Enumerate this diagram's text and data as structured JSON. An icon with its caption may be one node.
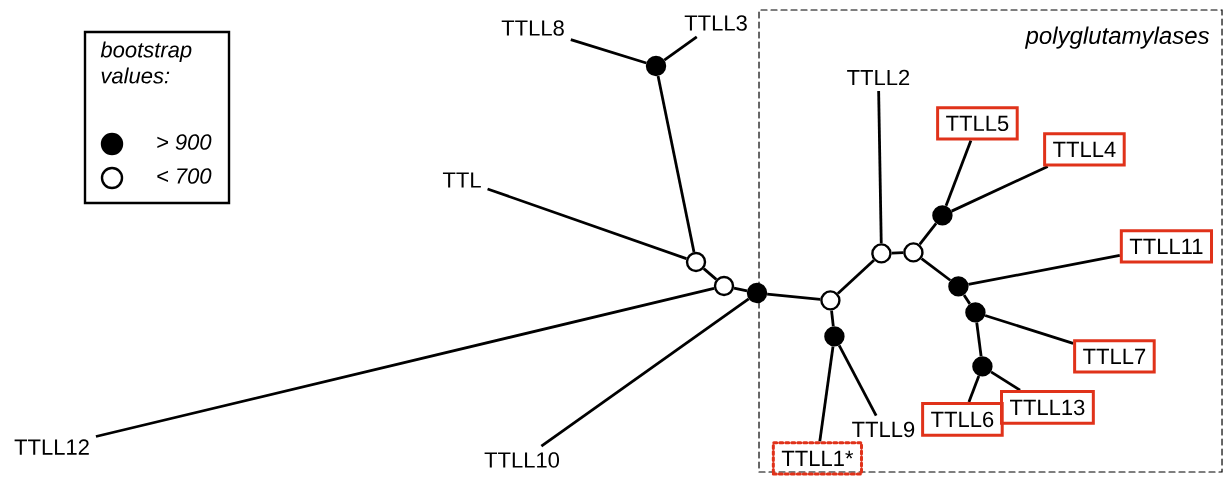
{
  "diagram": {
    "nodes": [
      {
        "text": [
          "polyglutamylases"
        ]
      },
      {
        "text": [
          "TTLL8"
        ]
      },
      {
        "text": [
          "TTLL3"
        ]
      },
      {
        "text": [],
        "shape": "dot"
      },
      {
        "text": [
          "TTL"
        ]
      },
      {
        "text": [],
        "shape": "circle"
      },
      {
        "text": [],
        "shape": "circle"
      },
      {
        "text": [],
        "shape": "dot"
      },
      {
        "text": [
          "TTLL12"
        ]
      },
      {
        "text": [
          "TTLL10"
        ]
      },
      {
        "text": [
          "TTLL2"
        ],
        "in": 0
      },
      {
        "text": [
          "TTLL5"
        ],
        "in": 0
      },
      {
        "text": [
          "TTLL4"
        ],
        "in": 0
      },
      {
        "text": [],
        "shape": "circle",
        "in": 0
      },
      {
        "text": [],
        "shape": "circle",
        "in": 0
      },
      {
        "text": [],
        "shape": "circle",
        "in": 0
      },
      {
        "text": [],
        "shape": "dot",
        "in": 0
      },
      {
        "text": [
          "TTLL11"
        ],
        "in": 0
      },
      {
        "text": [],
        "shape": "dot",
        "in": 0
      },
      {
        "text": [],
        "shape": "dot",
        "in": 0
      },
      {
        "text": [
          "TTLL7"
        ],
        "in": 0
      },
      {
        "text": [],
        "shape": "dot",
        "in": 0
      },
      {
        "text": [
          "TTLL13"
        ],
        "in": 0
      },
      {
        "text": [
          "TTLL6"
        ],
        "in": 0
      },
      {
        "text": [],
        "shape": "dot",
        "in": 0
      },
      {
        "text": [
          "TTLL9"
        ],
        "in": 0
      },
      {
        "text": [
          "TTLL1*"
        ],
        "in": 0
      }
    ],
    "edges": [
      {
        "from": 3,
        "to": 1,
        "arrow": "none"
      },
      {
        "from": 3,
        "to": 2,
        "arrow": "none"
      },
      {
        "from": 3,
        "to": 5,
        "arrow": "none"
      },
      {
        "from": 5,
        "to": 4,
        "arrow": "none"
      },
      {
        "from": 5,
        "to": 6,
        "arrow": "none"
      },
      {
        "from": 6,
        "to": 8,
        "arrow": "none"
      },
      {
        "from": 6,
        "to": 7,
        "arrow": "none"
      },
      {
        "from": 7,
        "to": 9,
        "arrow": "none"
      },
      {
        "from": 7,
        "to": 13,
        "arrow": "none"
      },
      {
        "from": 13,
        "to": 24,
        "arrow": "none"
      },
      {
        "from": 24,
        "to": 26,
        "arrow": "none"
      },
      {
        "from": 24,
        "to": 25,
        "arrow": "none"
      },
      {
        "from": 13,
        "to": 14,
        "arrow": "none"
      },
      {
        "from": 14,
        "to": 10,
        "arrow": "none"
      },
      {
        "from": 14,
        "to": 15,
        "arrow": "none"
      },
      {
        "from": 15,
        "to": 16,
        "arrow": "none"
      },
      {
        "from": 16,
        "to": 11,
        "arrow": "none"
      },
      {
        "from": 16,
        "to": 12,
        "arrow": "none"
      },
      {
        "from": 15,
        "to": 18,
        "arrow": "none"
      },
      {
        "from": 18,
        "to": 17,
        "arrow": "none"
      },
      {
        "from": 18,
        "to": 19,
        "arrow": "none"
      },
      {
        "from": 19,
        "to": 20,
        "arrow": "none"
      },
      {
        "from": 19,
        "to": 21,
        "arrow": "none"
      },
      {
        "from": 21,
        "to": 23,
        "arrow": "none"
      },
      {
        "from": 21,
        "to": 22,
        "arrow": "none"
      }
    ],
    "labels": [
      "bootstrap values:"
    ],
    "legend": [
      {
        "text": "> 900"
      },
      {
        "text": "< 700"
      }
    ]
  }
}
